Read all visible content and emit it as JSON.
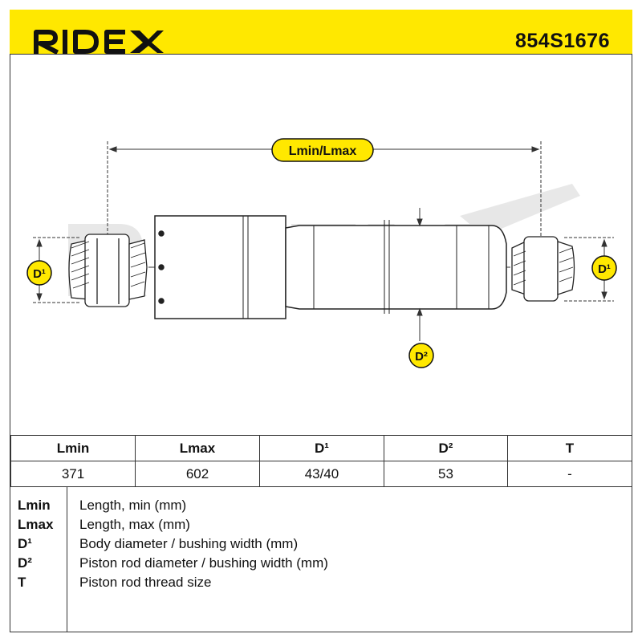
{
  "brand": {
    "name": "RIDEX",
    "accent_color": "#ffe800"
  },
  "part_number": "854S1676",
  "diagram": {
    "watermark_text": "RIDEX",
    "labels": {
      "length": "Lmin/Lmax",
      "d1_left": "D¹",
      "d1_right": "D¹",
      "d2": "D²"
    }
  },
  "specs": {
    "headers": [
      "Lmin",
      "Lmax",
      "D¹",
      "D²",
      "T"
    ],
    "values": [
      "371",
      "602",
      "43/40",
      "53",
      "-"
    ]
  },
  "legend": [
    {
      "key": "Lmin",
      "text": "Length, min (mm)"
    },
    {
      "key": "Lmax",
      "text": "Length, max (mm)"
    },
    {
      "key": "D¹",
      "text": "Body diameter / bushing width (mm)"
    },
    {
      "key": "D²",
      "text": "Piston rod diameter / bushing width (mm)"
    },
    {
      "key": "T",
      "text": "Piston rod thread size"
    }
  ]
}
